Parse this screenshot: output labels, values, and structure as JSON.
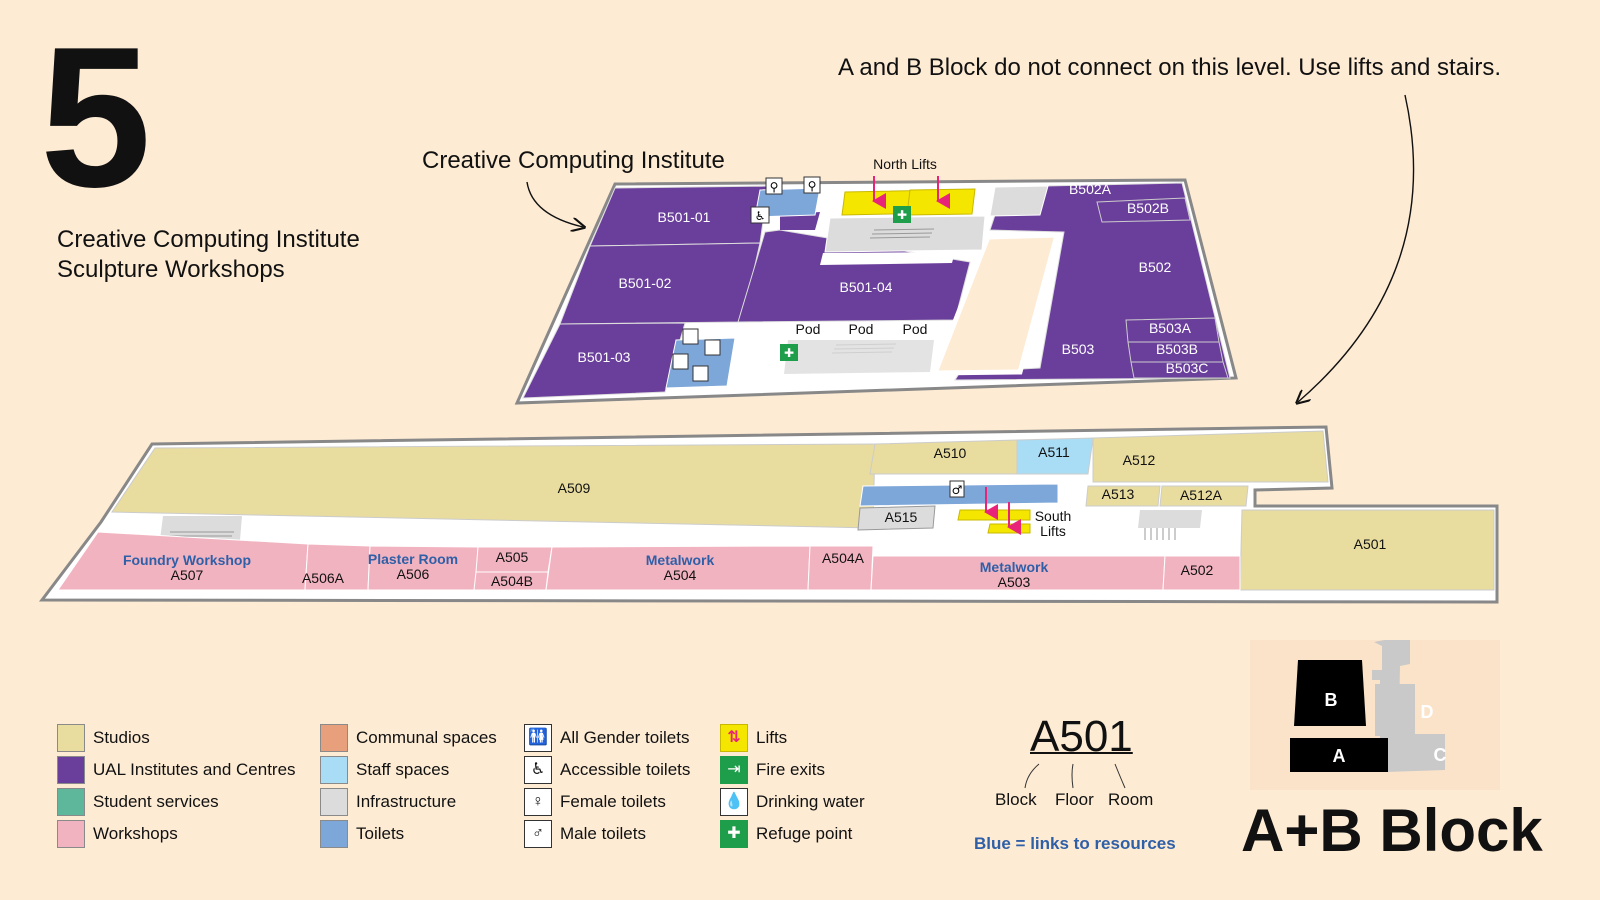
{
  "header": {
    "floor_number": "5",
    "subtitle_line1": "Creative Computing Institute",
    "subtitle_line2": "Sculpture Workshops",
    "notice": "A and B Block do not connect on this level. Use lifts and stairs.",
    "cci_callout": "Creative Computing Institute"
  },
  "map": {
    "lift_labels": {
      "north": "North Lifts",
      "south_line1": "South",
      "south_line2": "Lifts"
    },
    "b_block_rooms": [
      "B501-01",
      "B501-02",
      "B501-03",
      "B501-04",
      "B502",
      "B502A",
      "B502B",
      "B503",
      "B503A",
      "B503B",
      "B503C"
    ],
    "pods": [
      "Pod",
      "Pod",
      "Pod"
    ],
    "a_block_rooms": [
      "A509",
      "A510",
      "A511",
      "A512",
      "A512A",
      "A513",
      "A515",
      "A501",
      "A502",
      "A504A",
      "A505",
      "A504B",
      "A506A"
    ],
    "workshops": [
      {
        "name": "Foundry Workshop",
        "code": "A507"
      },
      {
        "name": "Plaster Room",
        "code": "A506"
      },
      {
        "name": "Metalwork",
        "code": "A504"
      },
      {
        "name": "Metalwork",
        "code": "A503"
      }
    ]
  },
  "legend": {
    "spaces": [
      {
        "label": "Studios",
        "color": "#e8dc9f"
      },
      {
        "label": "UAL Institutes and Centres",
        "color": "#6a3e9b"
      },
      {
        "label": "Student services",
        "color": "#5fb79b"
      },
      {
        "label": "Workshops",
        "color": "#f2b3c0"
      }
    ],
    "spaces2": [
      {
        "label": "Communal spaces",
        "color": "#e8a07c"
      },
      {
        "label": "Staff spaces",
        "color": "#a9dcf5"
      },
      {
        "label": "Infrastructure",
        "color": "#dcdcdc"
      },
      {
        "label": "Toilets",
        "color": "#7da6d9"
      }
    ],
    "toilets": [
      {
        "label": "All Gender toilets",
        "icon": "all-gender-toilet-icon"
      },
      {
        "label": "Accessible toilets",
        "icon": "accessible-toilet-icon"
      },
      {
        "label": "Female toilets",
        "icon": "female-toilet-icon"
      },
      {
        "label": "Male toilets",
        "icon": "male-toilet-icon"
      }
    ],
    "facilities": [
      {
        "label": "Lifts",
        "icon": "lift-icon"
      },
      {
        "label": "Fire exits",
        "icon": "fire-exit-icon"
      },
      {
        "label": "Drinking water",
        "icon": "drinking-water-icon"
      },
      {
        "label": "Refuge point",
        "icon": "refuge-point-icon"
      }
    ]
  },
  "room_code_key": {
    "example": "A501",
    "block": "Block",
    "floor": "Floor",
    "room": "Room",
    "blue_note": "Blue = links to resources"
  },
  "block_map": {
    "blocks": [
      "B",
      "D",
      "A",
      "C"
    ],
    "title": "A+B Block"
  },
  "colors": {
    "background": "#fdebd4",
    "purple": "#6a3e9b",
    "studio": "#e8dc9f",
    "workshop": "#f2b3c0",
    "toilet": "#7da6d9",
    "staff": "#a9dcf5",
    "lift": "#f5e600",
    "arrow": "#e8237a",
    "link": "#2f5fa7"
  }
}
